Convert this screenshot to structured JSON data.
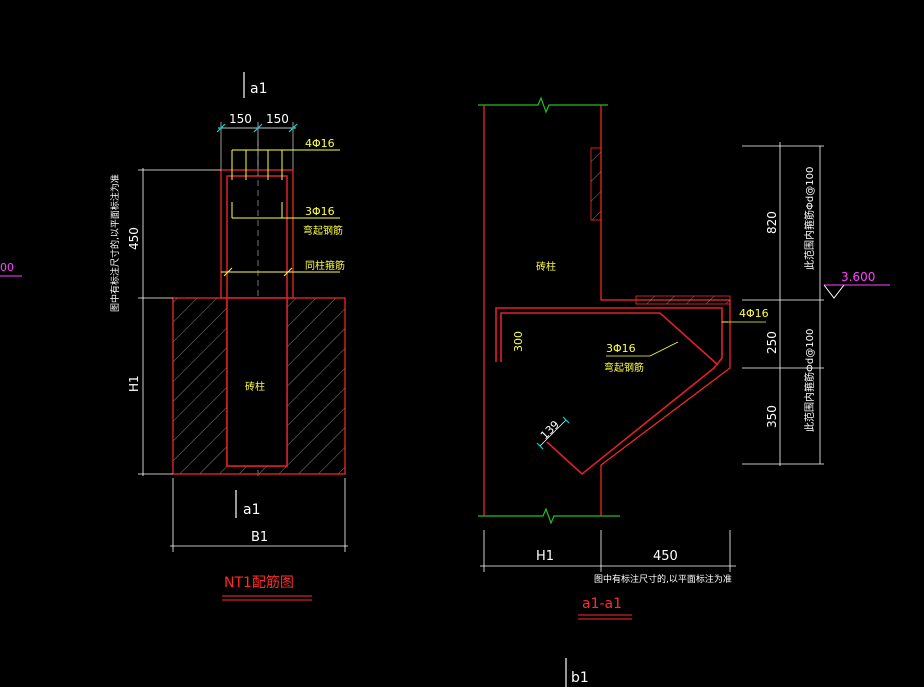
{
  "colors": {
    "background": "#000000",
    "outline": "#ff2a2a",
    "rebar": "#e0202a",
    "dim": "#ffffff",
    "text_yellow": "#ffff40",
    "text_white": "#ffffff",
    "stirrup_white": "#e8e8e8",
    "magenta": "#ff40ff",
    "green_break": "#20c020",
    "hatch": "#a0a0a0"
  },
  "left_view": {
    "section_mark_top": "a1",
    "section_mark_bottom": "a1",
    "dim_top_left": "150",
    "dim_top_right": "150",
    "dim_height_column": "450",
    "dim_height_base": "H1",
    "dim_width_base": "B1",
    "note_vertical": "图中有标注尺寸的,以平面标注为准",
    "label_top_bars": "4Φ16",
    "label_bent_bars": "3Φ16",
    "label_bent_bars_desc": "弯起钢筋",
    "label_stirrup": "同柱箍筋",
    "label_column": "砖柱",
    "title": "NT1配筋图",
    "left_edge_text": "00"
  },
  "right_view": {
    "label_column": "砖柱",
    "label_top_bars": "4Φ16",
    "label_bent_bars": "3Φ16",
    "label_bent_bars_desc": "弯起钢筋",
    "dim_300": "300",
    "dim_139": "139",
    "dim_820": "820",
    "dim_250": "250",
    "dim_350": "350",
    "note_upper": "此范围内箍筋Φd@100",
    "note_lower": "此范围内箍筋Φd@100",
    "elevation": "3.600",
    "dim_h1": "H1",
    "dim_450": "450",
    "note_bottom": "图中有标注尺寸的,以平面标注为准",
    "title": "a1-a1",
    "section_mark_bottom": "b1"
  }
}
